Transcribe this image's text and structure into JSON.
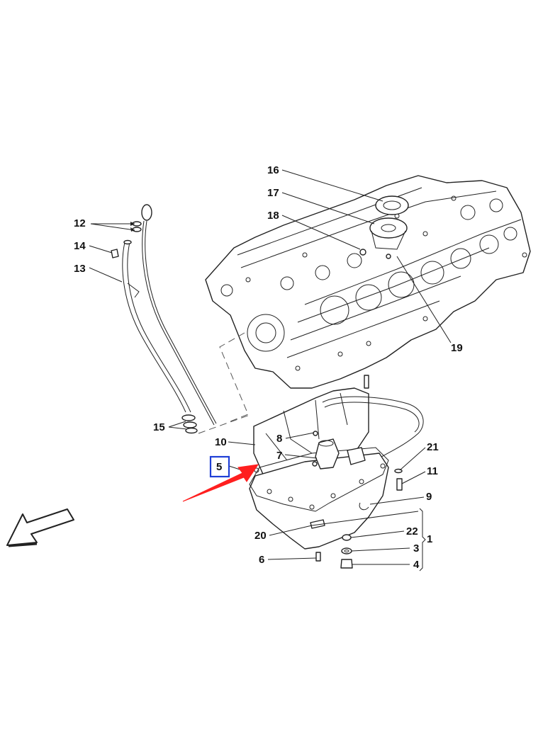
{
  "colors": {
    "highlight_box": "#1f3fd6",
    "pointer_arrow": "#ff1f1f",
    "line": "#222222"
  },
  "callouts": {
    "c1": "1",
    "c3": "3",
    "c4": "4",
    "c5": "5",
    "c6": "6",
    "c7": "7",
    "c8": "8",
    "c9": "9",
    "c10": "10",
    "c11": "11",
    "c12": "12",
    "c13": "13",
    "c14": "14",
    "c15": "15",
    "c16": "16",
    "c17": "17",
    "c18": "18",
    "c19": "19",
    "c20": "20",
    "c21": "21",
    "c22": "22"
  },
  "highlighted_part": "5",
  "icons": [
    "front-direction-arrow-icon",
    "red-pointer-arrow-icon"
  ]
}
